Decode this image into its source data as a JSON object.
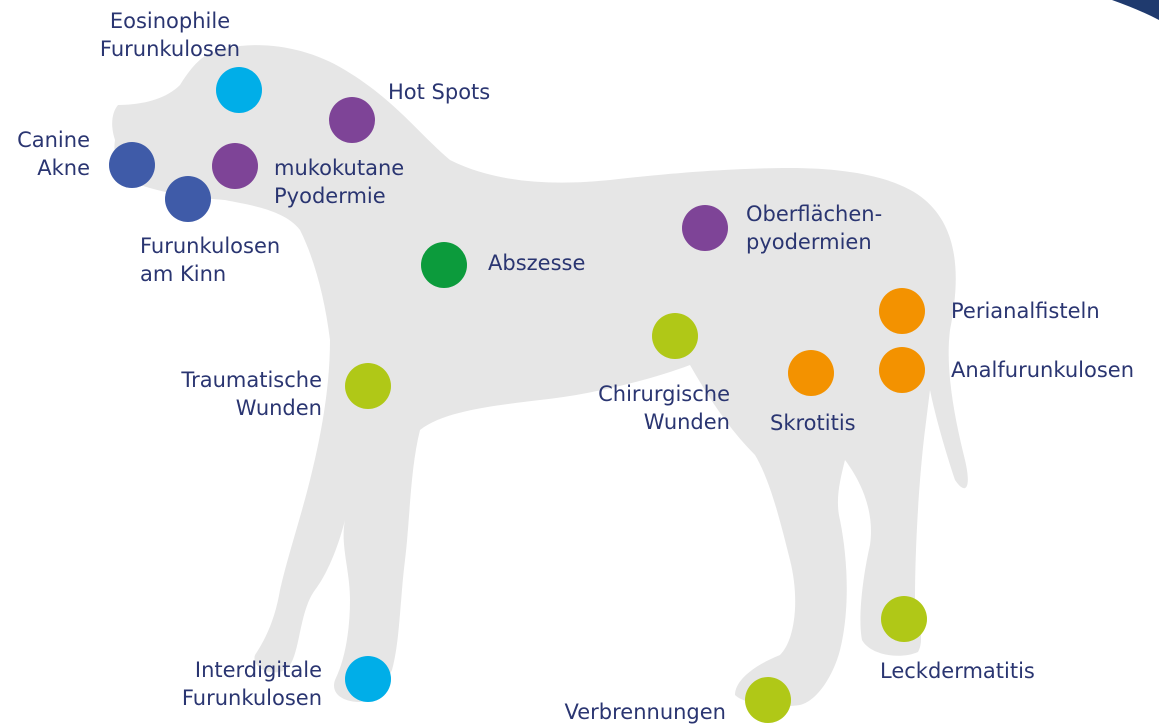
{
  "colors": {
    "silhouette": "#e6e6e6",
    "corner": "#1f3a6e",
    "cyan": "#00aee8",
    "blue": "#3f5ba8",
    "purple": "#7e4497",
    "green": "#0c9b3c",
    "lime": "#b0c817",
    "orange": "#f39200",
    "text": "#2a3571"
  },
  "labels": {
    "eosinophile": [
      "Eosinophile",
      "Furunkulosen"
    ],
    "hot_spots": [
      "Hot Spots"
    ],
    "canine_akne": [
      "Canine",
      "Akne"
    ],
    "mukokutane": [
      "mukokutane",
      "Pyodermie"
    ],
    "furunkulosen_kinn": [
      "Furunkulosen",
      "am Kinn"
    ],
    "abszesse": [
      "Abszesse"
    ],
    "oberflaechen": [
      "Oberflächen-",
      "pyodermien"
    ],
    "perianal": [
      "Perianalfisteln"
    ],
    "analfurunkulosen": [
      "Analfurunkulosen"
    ],
    "traumatische": [
      "Traumatische",
      "Wunden"
    ],
    "chirurgische": [
      "Chirurgische",
      "Wunden"
    ],
    "skrotitis": [
      "Skrotitis"
    ],
    "leckdermatitis": [
      "Leckdermatitis"
    ],
    "interdigitale": [
      "Interdigitale",
      "Furunkulosen"
    ],
    "verbrennungen": [
      "Verbrennungen"
    ]
  },
  "markers": {
    "eosinophile": "cyan",
    "hot_spots": "purple",
    "canine_akne": "blue",
    "mukokutane": "purple",
    "furunkulosen_kinn": "blue",
    "abszesse": "green",
    "oberflaechen": "purple",
    "perianal": "orange",
    "analfurunkulosen": "orange",
    "traumatische": "lime",
    "chirurgische": "lime",
    "skrotitis": "orange",
    "leckdermatitis": "lime",
    "interdigitale": "cyan",
    "verbrennungen": "lime"
  }
}
